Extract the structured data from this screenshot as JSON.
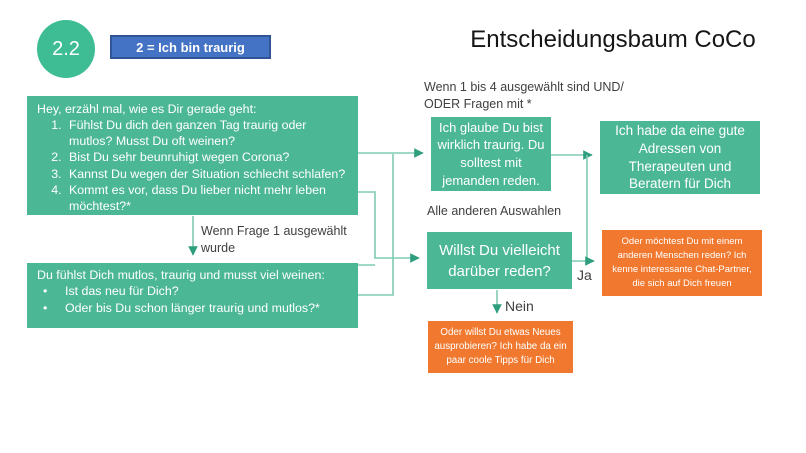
{
  "badge": {
    "number": "2.2"
  },
  "legend": {
    "label": "2 = Ich bin traurig"
  },
  "title": "Entscheidungsbaum CoCo",
  "colors": {
    "teal": "#4CB795",
    "circle_teal": "#3EBD95",
    "orange": "#F0792F",
    "legend_blue": "#4472C4",
    "legend_border": "#2F5597",
    "connector": "#7FCBB3",
    "arrowhead": "#2E9E7E",
    "label_gray": "#3F3F3F"
  },
  "boxes": {
    "questions": {
      "intro": "Hey, erzähl mal, wie es Dir gerade geht:",
      "items": [
        "Fühlst Du dich den ganzen Tag traurig oder mutlos? Musst Du oft weinen?",
        "Bist Du sehr beunruhigt wegen Corona?",
        "Kannst Du wegen der Situation schlecht schlafen?",
        "Kommt es vor, dass Du lieber nicht mehr leben möchtest?*"
      ]
    },
    "mutlos": {
      "intro": "Du fühlst Dich mutlos, traurig und musst viel weinen:",
      "items": [
        "Ist das neu für Dich?",
        "Oder bis Du schon länger traurig und mutlos?*"
      ]
    },
    "glaube": {
      "text": "Ich glaube Du bist wirklich traurig. Du solltest mit jemanden reden."
    },
    "adressen": {
      "text": "Ich habe da eine gute Adressen von Therapeuten und Beratern für Dich"
    },
    "willst": {
      "text": "Willst Du vielleicht darüber reden?"
    },
    "chat": {
      "text": "Oder möchtest Du mit einem anderen Menschen reden? Ich kenne interessante Chat-Partner, die sich auf Dich freuen"
    },
    "tipps": {
      "text": "Oder willst Du etwas Neues ausprobieren? Ich habe da ein paar coole Tipps für Dich"
    }
  },
  "labels": {
    "frage1": "Wenn Frage 1 ausgewählt wurde",
    "wenn1bis4": "Wenn 1 bis 4 ausgewählt sind UND/ ODER Fragen mit *",
    "alle": "Alle anderen  Auswahlen",
    "ja": "Ja",
    "nein": "Nein"
  }
}
